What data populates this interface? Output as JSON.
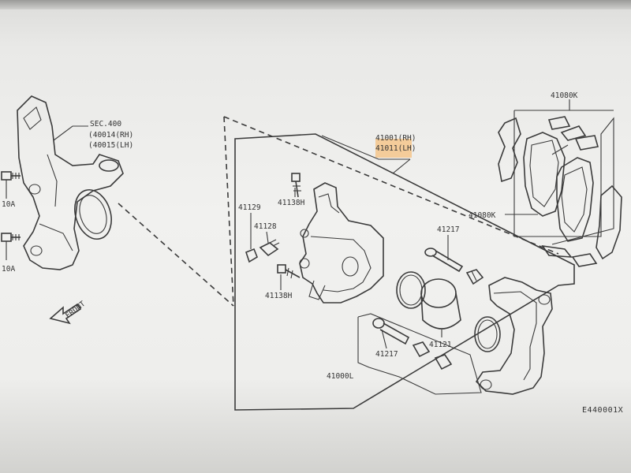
{
  "callouts": {
    "sec": "SEC.400",
    "sec_rh": "(40014(RH)",
    "sec_lh": "(40015(LH)",
    "p41001": "41001(RH)",
    "p41011": "41011(LH)",
    "p41080k_top": "41080K",
    "p41080k_side": "41080K",
    "p41138h_a": "41138H",
    "p41129": "41129",
    "p41128": "41128",
    "p41138h_b": "41138H",
    "p41217_a": "41217",
    "p41121": "41121",
    "p41217_b": "41217",
    "p41000l": "41000L",
    "code_40a_top": "10A",
    "code_40a_bottom": "10A"
  },
  "front_arrow_label": "FRONT",
  "figure_code": "E440001X",
  "highlight_color": "#f4c58c"
}
